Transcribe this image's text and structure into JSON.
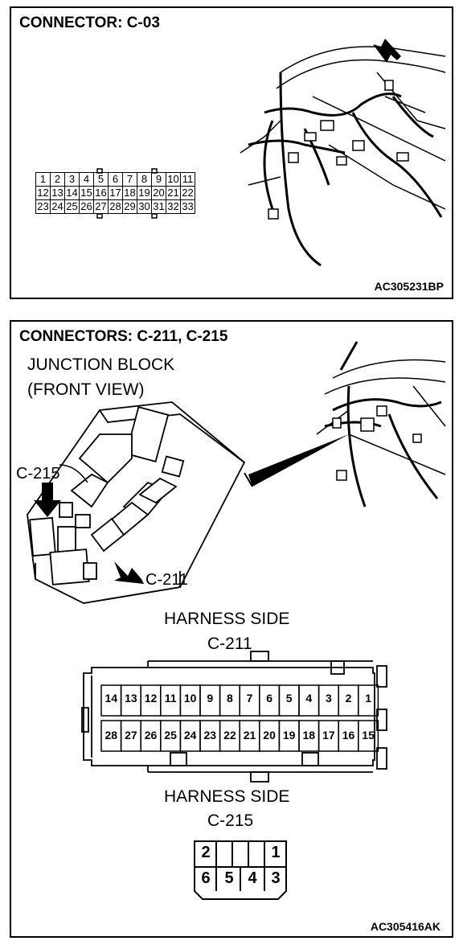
{
  "panel1": {
    "title": "CONNECTOR: C-03",
    "code": "AC305231BP",
    "pin_rows": [
      [
        "1",
        "2",
        "3",
        "4",
        "5",
        "6",
        "7",
        "8",
        "9",
        "10",
        "11"
      ],
      [
        "12",
        "13",
        "14",
        "15",
        "16",
        "17",
        "18",
        "19",
        "20",
        "21",
        "22"
      ],
      [
        "23",
        "24",
        "25",
        "26",
        "27",
        "28",
        "29",
        "30",
        "31",
        "32",
        "33"
      ]
    ]
  },
  "panel2": {
    "title": "CONNECTORS: C-211, C-215",
    "junction_label_1": "JUNCTION BLOCK",
    "junction_label_2": "(FRONT VIEW)",
    "callout_c215": "C-215",
    "callout_c211": "C-211",
    "harness1_label": "HARNESS SIDE",
    "harness1_id": "C-211",
    "c211_top": [
      "14",
      "13",
      "12",
      "11",
      "10",
      "9",
      "8",
      "7",
      "6",
      "5",
      "4",
      "3",
      "2",
      "1"
    ],
    "c211_bottom": [
      "28",
      "27",
      "26",
      "25",
      "24",
      "23",
      "22",
      "21",
      "20",
      "19",
      "18",
      "17",
      "16",
      "15"
    ],
    "harness2_label": "HARNESS SIDE",
    "harness2_id": "C-215",
    "c215_top": [
      "2",
      "1"
    ],
    "c215_bottom": [
      "6",
      "5",
      "4",
      "3"
    ],
    "code": "AC305416AK"
  }
}
